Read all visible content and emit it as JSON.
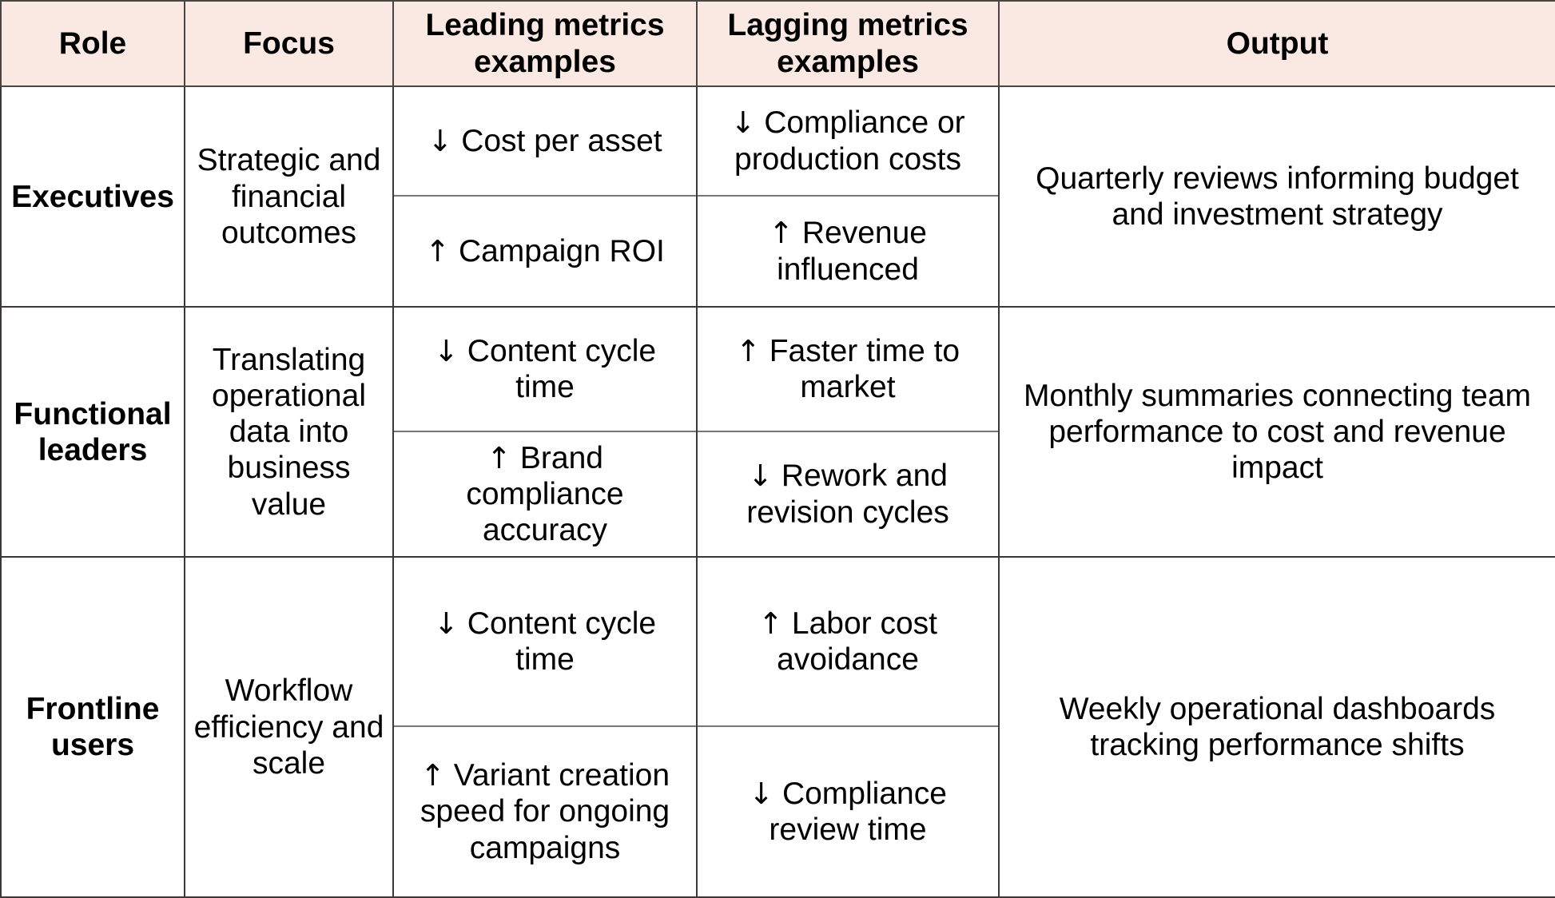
{
  "table": {
    "headers": [
      {
        "label": "Role"
      },
      {
        "label": "Focus"
      },
      {
        "label": "Leading metrics examples"
      },
      {
        "label": "Lagging metrics examples"
      },
      {
        "label": "Output"
      }
    ],
    "header_bg_color": "#fae8e2",
    "border_color": "#3c3634",
    "inner_divider_color": "#7b7675",
    "rows": [
      {
        "role": "Executives",
        "focus": "Strategic and financial outcomes",
        "leading": [
          {
            "arrow": "↓",
            "text": "Cost per asset"
          },
          {
            "arrow": "↑",
            "text": "Campaign ROI"
          }
        ],
        "lagging": [
          {
            "arrow": "↓",
            "text": "Compliance or production costs"
          },
          {
            "arrow": "↑",
            "text": "Revenue influenced"
          }
        ],
        "output": "Quarterly reviews informing budget and investment strategy"
      },
      {
        "role": "Functional leaders",
        "focus": "Translating operational data into business value",
        "leading": [
          {
            "arrow": "↓",
            "text": "Content cycle time"
          },
          {
            "arrow": "↑",
            "text": "Brand compliance accuracy"
          }
        ],
        "lagging": [
          {
            "arrow": "↑",
            "text": "Faster time to market"
          },
          {
            "arrow": "↓",
            "text": "Rework and revision cycles"
          }
        ],
        "output": "Monthly summaries connecting team performance to cost and revenue impact"
      },
      {
        "role": "Frontline users",
        "focus": "Workflow efficiency and scale",
        "leading": [
          {
            "arrow": "↓",
            "text": "Content cycle time"
          },
          {
            "arrow": "↑",
            "text": "Variant creation speed for ongoing campaigns"
          }
        ],
        "lagging": [
          {
            "arrow": "↑",
            "text": "Labor cost avoidance"
          },
          {
            "arrow": "↓",
            "text": "Compliance review time"
          }
        ],
        "output": "Weekly operational dashboards tracking performance shifts"
      }
    ]
  }
}
